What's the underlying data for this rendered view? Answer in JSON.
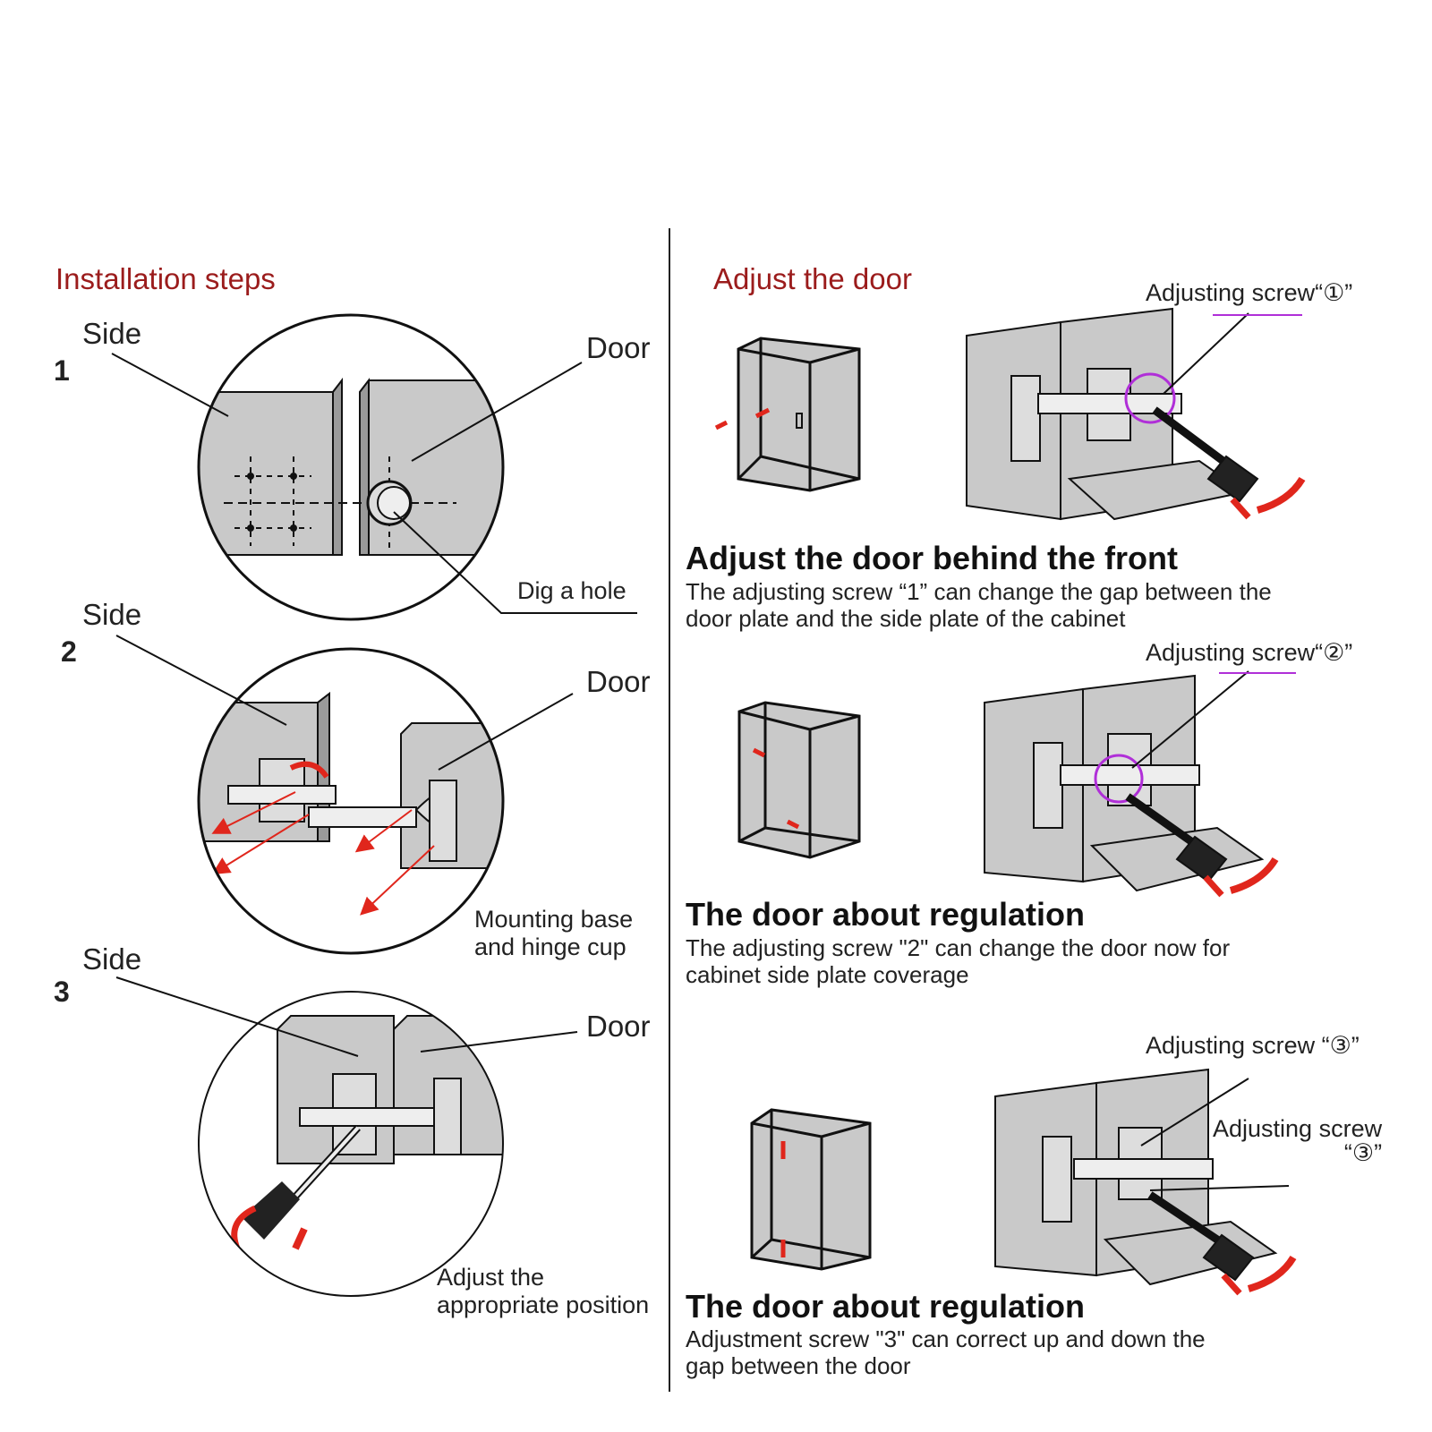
{
  "left": {
    "title": "Installation steps",
    "steps": [
      {
        "number": "1",
        "side_label": "Side",
        "door_label": "Door",
        "note": "Dig a hole"
      },
      {
        "number": "2",
        "side_label": "Side",
        "door_label": "Door",
        "note": "Mounting base\nand hinge cup"
      },
      {
        "number": "3",
        "side_label": "Side",
        "door_label": "Door",
        "note": "Adjust the\nappropriate position"
      }
    ]
  },
  "right": {
    "title": "Adjust the door",
    "sections": [
      {
        "screw_label": "Adjusting screw“①”",
        "heading": "Adjust the door behind the front",
        "description": "The adjusting screw “1” can change the gap between the door plate and the side plate of the cabinet"
      },
      {
        "screw_label": "Adjusting screw“②”",
        "heading": "The door about regulation",
        "description": "The adjusting screw \"2\" can change the door now for cabinet side plate coverage"
      },
      {
        "screw_label": "Adjusting screw “③”",
        "screw_label_2": "Adjusting screw\n“③”",
        "heading": "The door about regulation",
        "description": "Adjustment screw \"3\" can correct up and down the gap between the door"
      }
    ]
  },
  "colors": {
    "header_red": "#9b1c1c",
    "arrow_red": "#e0261c",
    "highlight_purple": "#b02fd8",
    "panel_gray": "#c9c9c9"
  }
}
